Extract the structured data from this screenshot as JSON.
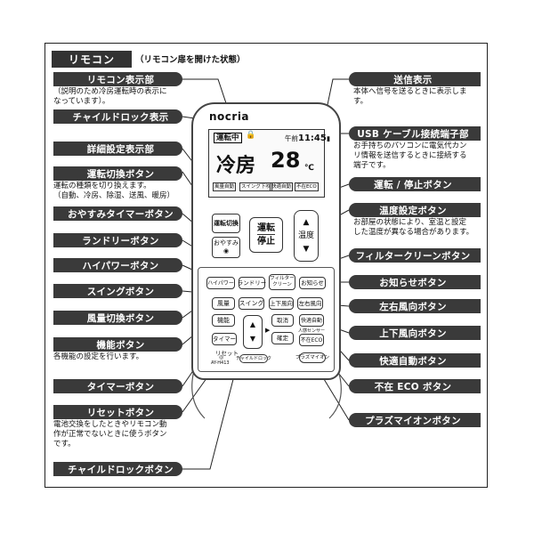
{
  "header": {
    "title": "リモコン",
    "subtitle": "（リモコン扉を開けた状態）"
  },
  "remote": {
    "brand": "nocria",
    "screen": {
      "badge": "運転中",
      "lock": "🔒",
      "time_prefix": "午前",
      "time": "11:45",
      "mode": "冷房",
      "temp": "28",
      "unit": "℃",
      "indicators": [
        "風量自動",
        "スイング下吹",
        "快適自動",
        "不在ECO"
      ]
    },
    "buttons": {
      "mode_switch": "運転切換",
      "oyasumi": "おやすみ",
      "run_stop_line1": "運転",
      "run_stop_line2": "停止",
      "temp_up": "▲",
      "temp_label": "温度",
      "temp_down": "▼",
      "high_power": "ハイパワー",
      "laundry": "ランドリー",
      "filter_line1": "フィルター",
      "filter_line2": "クリーン",
      "notice": "お知らせ",
      "fan_volume": "風量",
      "swing": "スイング",
      "updown_dir": "上下風向",
      "leftright_dir": "左右風向",
      "function": "機能",
      "up": "▲",
      "down": "▼",
      "cancel": "取消",
      "confirm": "確定",
      "comfort_auto": "快適自動",
      "human_sensor": "人感センサー",
      "away_eco": "不在ECO",
      "timer": "タイマー",
      "reset": "リセット",
      "child_lock": "チャイルドロック",
      "plasma_ion": "プラズマイオン",
      "model": "AY-H413"
    }
  },
  "labels": {
    "left": [
      {
        "text": "リモコン表示部",
        "desc": "（説明のため冷房運転時の表示に\nなっています）。"
      },
      {
        "text": "チャイルドロック表示",
        "desc": ""
      },
      {
        "text": "詳細設定表示部",
        "desc": ""
      },
      {
        "text": "運転切換ボタン",
        "desc": "運転の種類を切り換えます。\n（自動、冷房、除湿、送風、暖房）"
      },
      {
        "text": "おやすみタイマーボタン",
        "desc": ""
      },
      {
        "text": "ランドリーボタン",
        "desc": ""
      },
      {
        "text": "ハイパワーボタン",
        "desc": ""
      },
      {
        "text": "スイングボタン",
        "desc": ""
      },
      {
        "text": "風量切換ボタン",
        "desc": ""
      },
      {
        "text": "機能ボタン",
        "desc": "各機能の設定を行います。"
      },
      {
        "text": "タイマーボタン",
        "desc": ""
      },
      {
        "text": "リセットボタン",
        "desc": "電池交換をしたときやリモコン動\n作が正常でないときに使うボタン\nです。"
      },
      {
        "text": "チャイルドロックボタン",
        "desc": ""
      }
    ],
    "right": [
      {
        "text": "送信表示",
        "desc": "本体へ信号を送るときに表示しま\nす。"
      },
      {
        "text": "USB ケーブル接続端子部",
        "desc": "お手持ちのパソコンに電気代カン\nリ情報を送信するときに接続する\n端子です。"
      },
      {
        "text": "運転 / 停止ボタン",
        "desc": ""
      },
      {
        "text": "温度設定ボタン",
        "desc": "お部屋の状態により、室温と設定\nした温度が異なる場合があります。"
      },
      {
        "text": "フィルタークリーンボタン",
        "desc": ""
      },
      {
        "text": "お知らせボタン",
        "desc": ""
      },
      {
        "text": "左右風向ボタン",
        "desc": ""
      },
      {
        "text": "上下風向ボタン",
        "desc": ""
      },
      {
        "text": "快適自動ボタン",
        "desc": ""
      },
      {
        "text": "不在 ECO ボタン",
        "desc": ""
      },
      {
        "text": "プラズマイオンボタン",
        "desc": ""
      }
    ]
  }
}
